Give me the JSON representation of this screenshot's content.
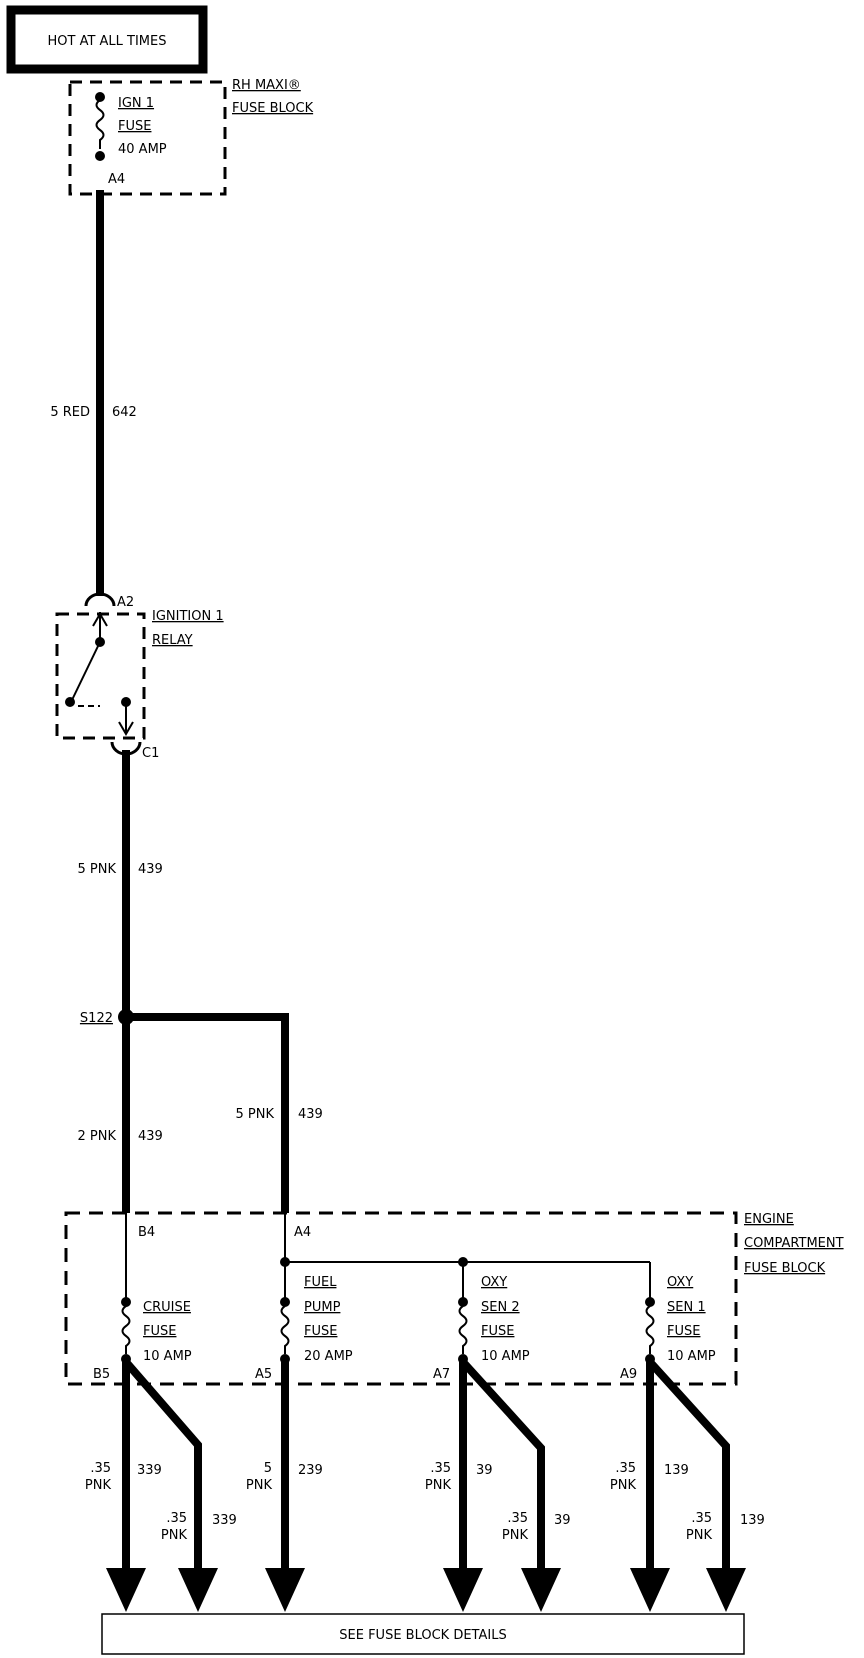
{
  "power_source": {
    "label": "HOT AT ALL TIMES"
  },
  "maxi_block": {
    "title_line1": "RH MAXI®",
    "title_line2": "FUSE BLOCK",
    "fuse_name_1": "IGN 1",
    "fuse_name_2": "FUSE",
    "fuse_rating": "40 AMP",
    "terminal": "A4"
  },
  "wire_642": {
    "gauge_color": "5 RED",
    "circuit": "642"
  },
  "relay": {
    "title_line1": "IGNITION 1",
    "title_line2": "RELAY",
    "terminal_in": "A2",
    "terminal_out": "C1"
  },
  "wire_439_main": {
    "gauge_color": "5 PNK",
    "circuit": "439"
  },
  "splice": {
    "label": "S122"
  },
  "wire_439_left": {
    "gauge_color": "2 PNK",
    "circuit": "439"
  },
  "wire_439_right": {
    "gauge_color": "5 PNK",
    "circuit": "439"
  },
  "engine_block": {
    "title_line1": "ENGINE",
    "title_line2": "COMPARTMENT",
    "title_line3": "FUSE BLOCK",
    "terminal_b4": "B4",
    "terminal_a4": "A4"
  },
  "fuses": [
    {
      "name": [
        "CRUISE",
        "FUSE"
      ],
      "rating": "10 AMP",
      "terminal": "B5"
    },
    {
      "name": [
        "FUEL",
        "PUMP",
        "FUSE"
      ],
      "rating": "20 AMP",
      "terminal": "A5"
    },
    {
      "name": [
        "OXY",
        "SEN 2",
        "FUSE"
      ],
      "rating": "10 AMP",
      "terminal": "A7"
    },
    {
      "name": [
        "OXY",
        "SEN 1",
        "FUSE"
      ],
      "rating": "10 AMP",
      "terminal": "A9"
    }
  ],
  "outputs": [
    {
      "gauge": ".35",
      "color": "PNK",
      "circuit": "339"
    },
    {
      "gauge": ".35",
      "color": "PNK",
      "circuit": "339"
    },
    {
      "gauge": "5",
      "color": "PNK",
      "circuit": "239"
    },
    {
      "gauge": ".35",
      "color": "PNK",
      "circuit": "39"
    },
    {
      "gauge": ".35",
      "color": "PNK",
      "circuit": "39"
    },
    {
      "gauge": ".35",
      "color": "PNK",
      "circuit": "139"
    },
    {
      "gauge": ".35",
      "color": "PNK",
      "circuit": "139"
    }
  ],
  "footer": {
    "label": "SEE FUSE BLOCK DETAILS"
  }
}
